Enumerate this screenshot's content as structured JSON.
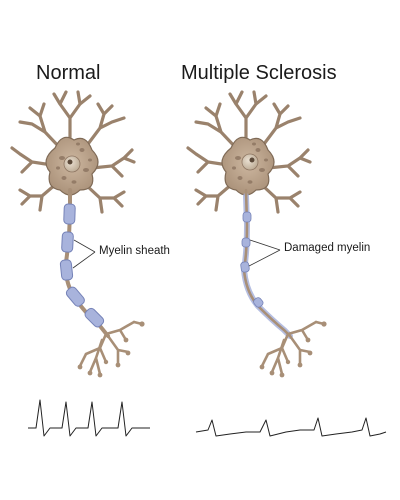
{
  "titles": {
    "left": "Normal",
    "right": "Multiple Sclerosis"
  },
  "labels": {
    "left": "Myelin sheath",
    "right": "Damaged myelin"
  },
  "colors": {
    "neuron_body": "#b89f86",
    "neuron_outline": "#7f6a56",
    "nucleus_spots": "#8e7662",
    "myelin_fill": "#a8b3dc",
    "myelin_outline": "#7683b8",
    "signal_line": "#222222"
  }
}
